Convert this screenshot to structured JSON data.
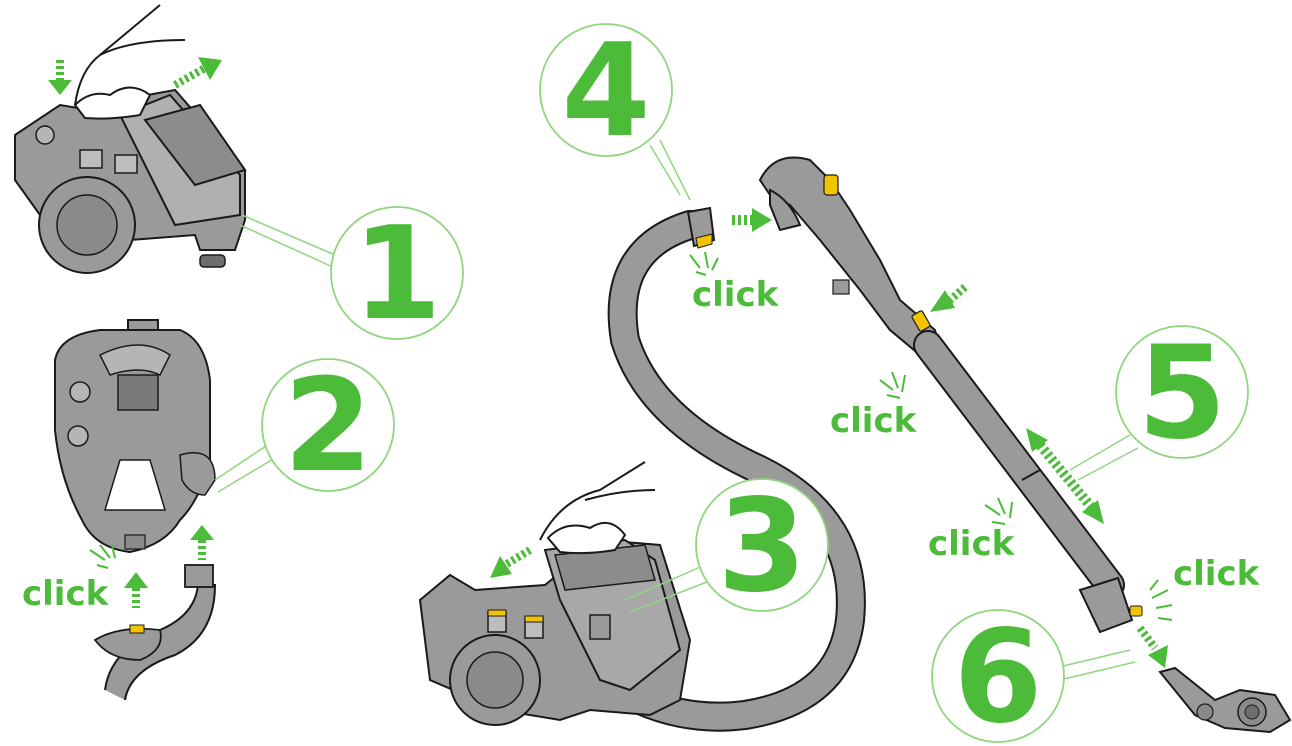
{
  "colors": {
    "accent_green": "#4cbb3a",
    "ring_green": "#8fd67f",
    "body_gray": "#9a9a9a",
    "dark_gray": "#6e6e6e",
    "outline": "#1a1a1a",
    "highlight_yellow": "#f2c400"
  },
  "steps": [
    {
      "number": "1"
    },
    {
      "number": "2"
    },
    {
      "number": "3"
    },
    {
      "number": "4"
    },
    {
      "number": "5"
    },
    {
      "number": "6"
    }
  ],
  "click_labels": [
    {
      "text": "click"
    },
    {
      "text": "click"
    },
    {
      "text": "click"
    },
    {
      "text": "click"
    },
    {
      "text": "click"
    }
  ],
  "icons": [
    "down-arrow-icon",
    "release-arrow-icon",
    "insert-arrow-icon",
    "push-arrow-icon",
    "extend-arrow-icon",
    "click-spark-icon"
  ]
}
